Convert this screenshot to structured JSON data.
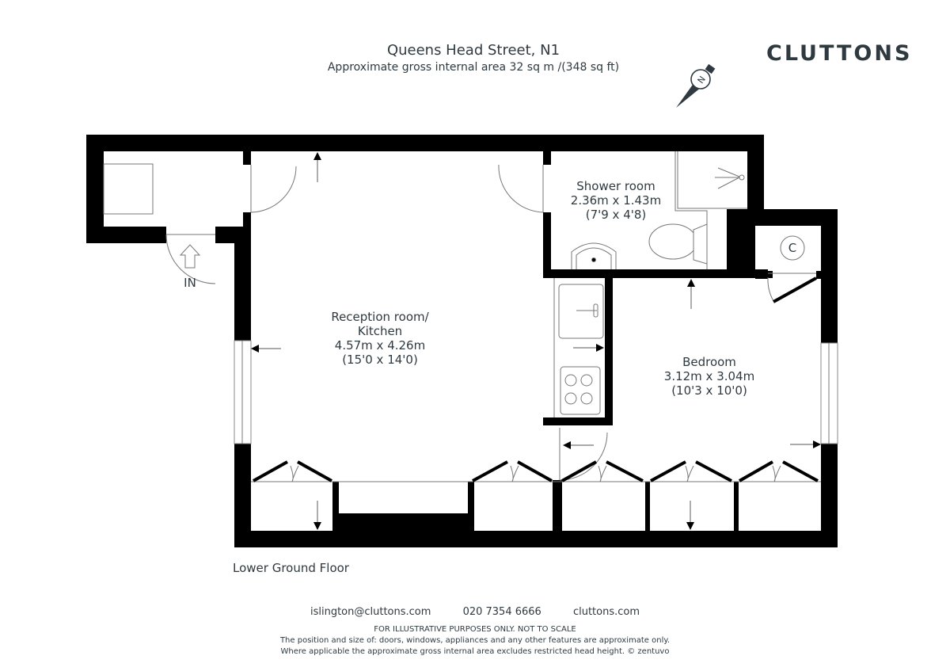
{
  "header": {
    "address": "Queens Head Street, N1",
    "area": "Approximate gross internal area 32 sq m /(348 sq ft)",
    "brand": "CLUTTONS",
    "compass_label": "N"
  },
  "rooms": {
    "reception": {
      "line1": "Reception room/",
      "line2": "Kitchen",
      "metric": "4.57m x 4.26m",
      "imperial": "(15'0 x 14'0)"
    },
    "shower": {
      "line1": "Shower room",
      "metric": "2.36m x 1.43m",
      "imperial": "(7'9 x 4'8)"
    },
    "bedroom": {
      "line1": "Bedroom",
      "metric": "3.12m x 3.04m",
      "imperial": "(10'3 x 10'0)"
    },
    "cupboard_label": "C",
    "entrance_label": "IN"
  },
  "floor": {
    "label": "Lower Ground Floor"
  },
  "footer": {
    "email": "islington@cluttons.com",
    "phone": "020 7354 6666",
    "website": "cluttons.com",
    "disclaimer1": "FOR ILLUSTRATIVE PURPOSES ONLY. NOT TO SCALE",
    "disclaimer2": "The position and size of: doors, windows, appliances and any other features are approximate only.",
    "disclaimer3": "Where applicable the approximate gross internal area excludes restricted head height. © zentuvo"
  },
  "colors": {
    "wall": "#000000",
    "text": "#2f3a40",
    "fixture": "#777777"
  }
}
